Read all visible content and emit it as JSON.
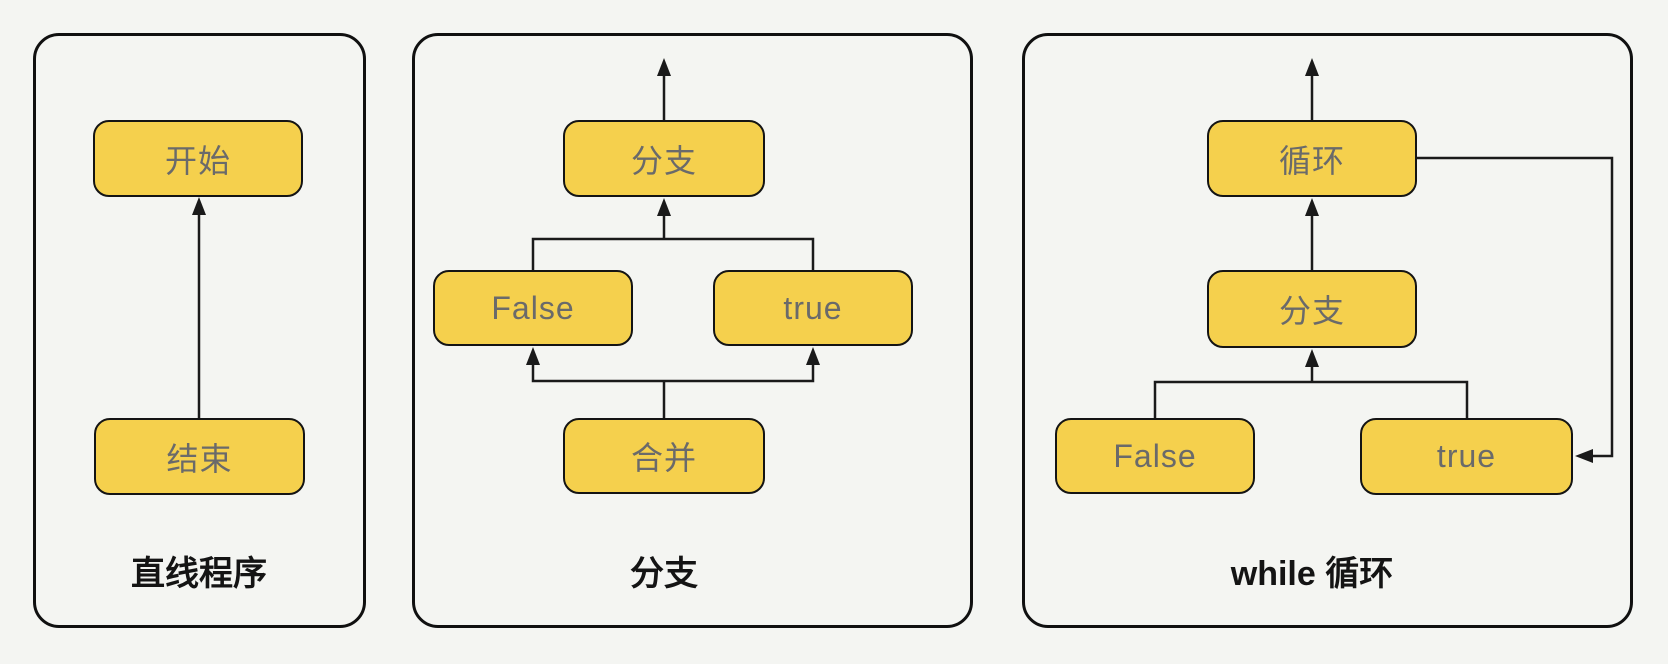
{
  "colors": {
    "background": "#F4F5F2",
    "node_fill": "#F5D04D",
    "node_border": "#141414",
    "node_text": "#6A6A6A",
    "line": "#1A1A1A",
    "caption_text": "#141414"
  },
  "panels": [
    {
      "caption": "直线程序",
      "nodes": [
        {
          "label": "开始"
        },
        {
          "label": "结束"
        }
      ],
      "edges": [
        {
          "from": "结束",
          "to": "开始",
          "type": "arrow-up"
        }
      ]
    },
    {
      "caption": "分支",
      "nodes": [
        {
          "label": "分支"
        },
        {
          "label": "False"
        },
        {
          "label": "true"
        },
        {
          "label": "合并"
        }
      ],
      "edges": [
        {
          "from": "分支",
          "to": "panel-top-exit",
          "type": "arrow-up"
        },
        {
          "from": "False",
          "to": "分支",
          "type": "merge-arrow-up"
        },
        {
          "from": "true",
          "to": "分支",
          "type": "merge-arrow-up"
        },
        {
          "from": "合并",
          "to": "False",
          "type": "branch-arrow-up"
        },
        {
          "from": "合并",
          "to": "true",
          "type": "branch-arrow-up"
        }
      ]
    },
    {
      "caption": "while 循环",
      "nodes": [
        {
          "label": "循环"
        },
        {
          "label": "分支"
        },
        {
          "label": "False"
        },
        {
          "label": "true"
        }
      ],
      "edges": [
        {
          "from": "循环",
          "to": "panel-top-exit",
          "type": "arrow-up"
        },
        {
          "from": "分支",
          "to": "循环",
          "type": "arrow-up"
        },
        {
          "from": "False",
          "to": "分支",
          "type": "merge-arrow-up"
        },
        {
          "from": "true",
          "to": "分支",
          "type": "merge-arrow-up"
        },
        {
          "from": "循环",
          "to": "true",
          "type": "loop-back-right"
        }
      ]
    }
  ]
}
